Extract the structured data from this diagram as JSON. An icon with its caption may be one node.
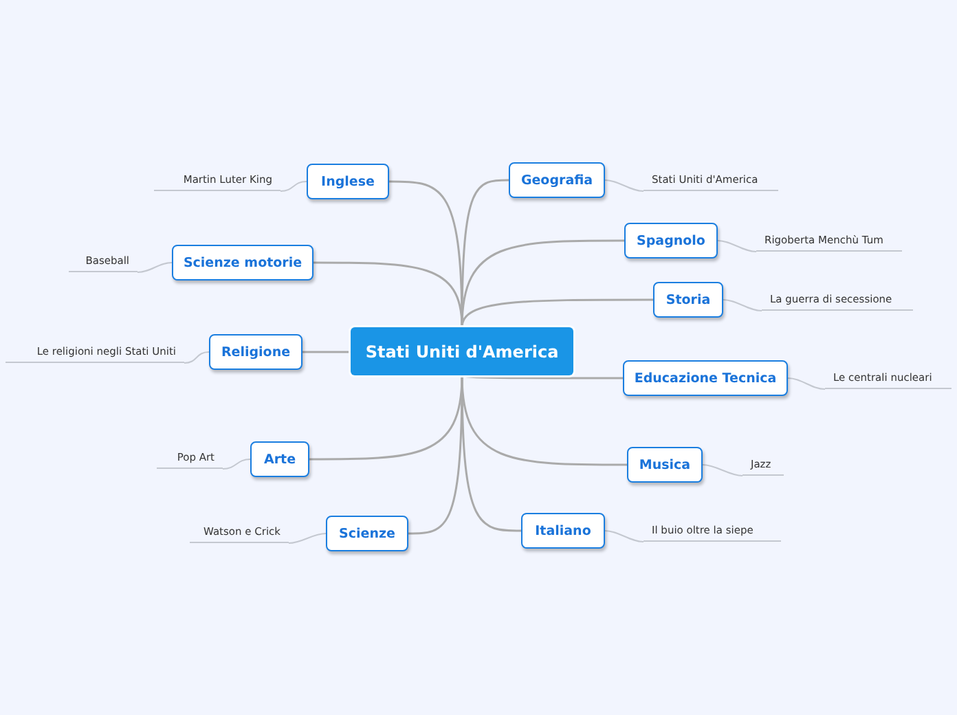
{
  "diagram": {
    "nodes": [
      {
        "text": [
          "Stati Uniti d'America"
        ]
      },
      {
        "text": [
          "Inglese"
        ]
      },
      {
        "text": [
          "Martin Luter King"
        ]
      },
      {
        "text": [
          "Geografia"
        ]
      },
      {
        "text": [
          "Stati Uniti d'America"
        ]
      },
      {
        "text": [
          "Spagnolo"
        ]
      },
      {
        "text": [
          "Rigoberta Menchù Tum"
        ]
      },
      {
        "text": [
          "Scienze motorie"
        ]
      },
      {
        "text": [
          "Baseball"
        ]
      },
      {
        "text": [
          "Storia"
        ]
      },
      {
        "text": [
          "La guerra di secessione"
        ]
      },
      {
        "text": [
          "Religione"
        ]
      },
      {
        "text": [
          "Le religioni negli Stati Uniti"
        ]
      },
      {
        "text": [
          "Educazione Tecnica"
        ]
      },
      {
        "text": [
          "Le centrali nucleari"
        ]
      },
      {
        "text": [
          "Arte"
        ]
      },
      {
        "text": [
          "Pop Art"
        ]
      },
      {
        "text": [
          "Musica"
        ]
      },
      {
        "text": [
          "Jazz"
        ]
      },
      {
        "text": [
          "Scienze"
        ]
      },
      {
        "text": [
          "Watson e Crick"
        ]
      },
      {
        "text": [
          "Italiano"
        ]
      },
      {
        "text": [
          "Il buio oltre la siepe"
        ]
      }
    ],
    "edges": [
      {
        "from": 0,
        "to": 1,
        "arrow": "none"
      },
      {
        "from": 1,
        "to": 2,
        "arrow": "none"
      },
      {
        "from": 0,
        "to": 3,
        "arrow": "none"
      },
      {
        "from": 3,
        "to": 4,
        "arrow": "none"
      },
      {
        "from": 0,
        "to": 5,
        "arrow": "none"
      },
      {
        "from": 5,
        "to": 6,
        "arrow": "none"
      },
      {
        "from": 0,
        "to": 7,
        "arrow": "none"
      },
      {
        "from": 7,
        "to": 8,
        "arrow": "none"
      },
      {
        "from": 0,
        "to": 9,
        "arrow": "none"
      },
      {
        "from": 9,
        "to": 10,
        "arrow": "none"
      },
      {
        "from": 0,
        "to": 11,
        "arrow": "none"
      },
      {
        "from": 11,
        "to": 12,
        "arrow": "none"
      },
      {
        "from": 0,
        "to": 13,
        "arrow": "none"
      },
      {
        "from": 13,
        "to": 14,
        "arrow": "none"
      },
      {
        "from": 0,
        "to": 15,
        "arrow": "none"
      },
      {
        "from": 15,
        "to": 16,
        "arrow": "none"
      },
      {
        "from": 0,
        "to": 17,
        "arrow": "none"
      },
      {
        "from": 17,
        "to": 18,
        "arrow": "none"
      },
      {
        "from": 0,
        "to": 19,
        "arrow": "none"
      },
      {
        "from": 19,
        "to": 20,
        "arrow": "none"
      },
      {
        "from": 0,
        "to": 21,
        "arrow": "none"
      },
      {
        "from": 21,
        "to": 22,
        "arrow": "none"
      }
    ]
  }
}
